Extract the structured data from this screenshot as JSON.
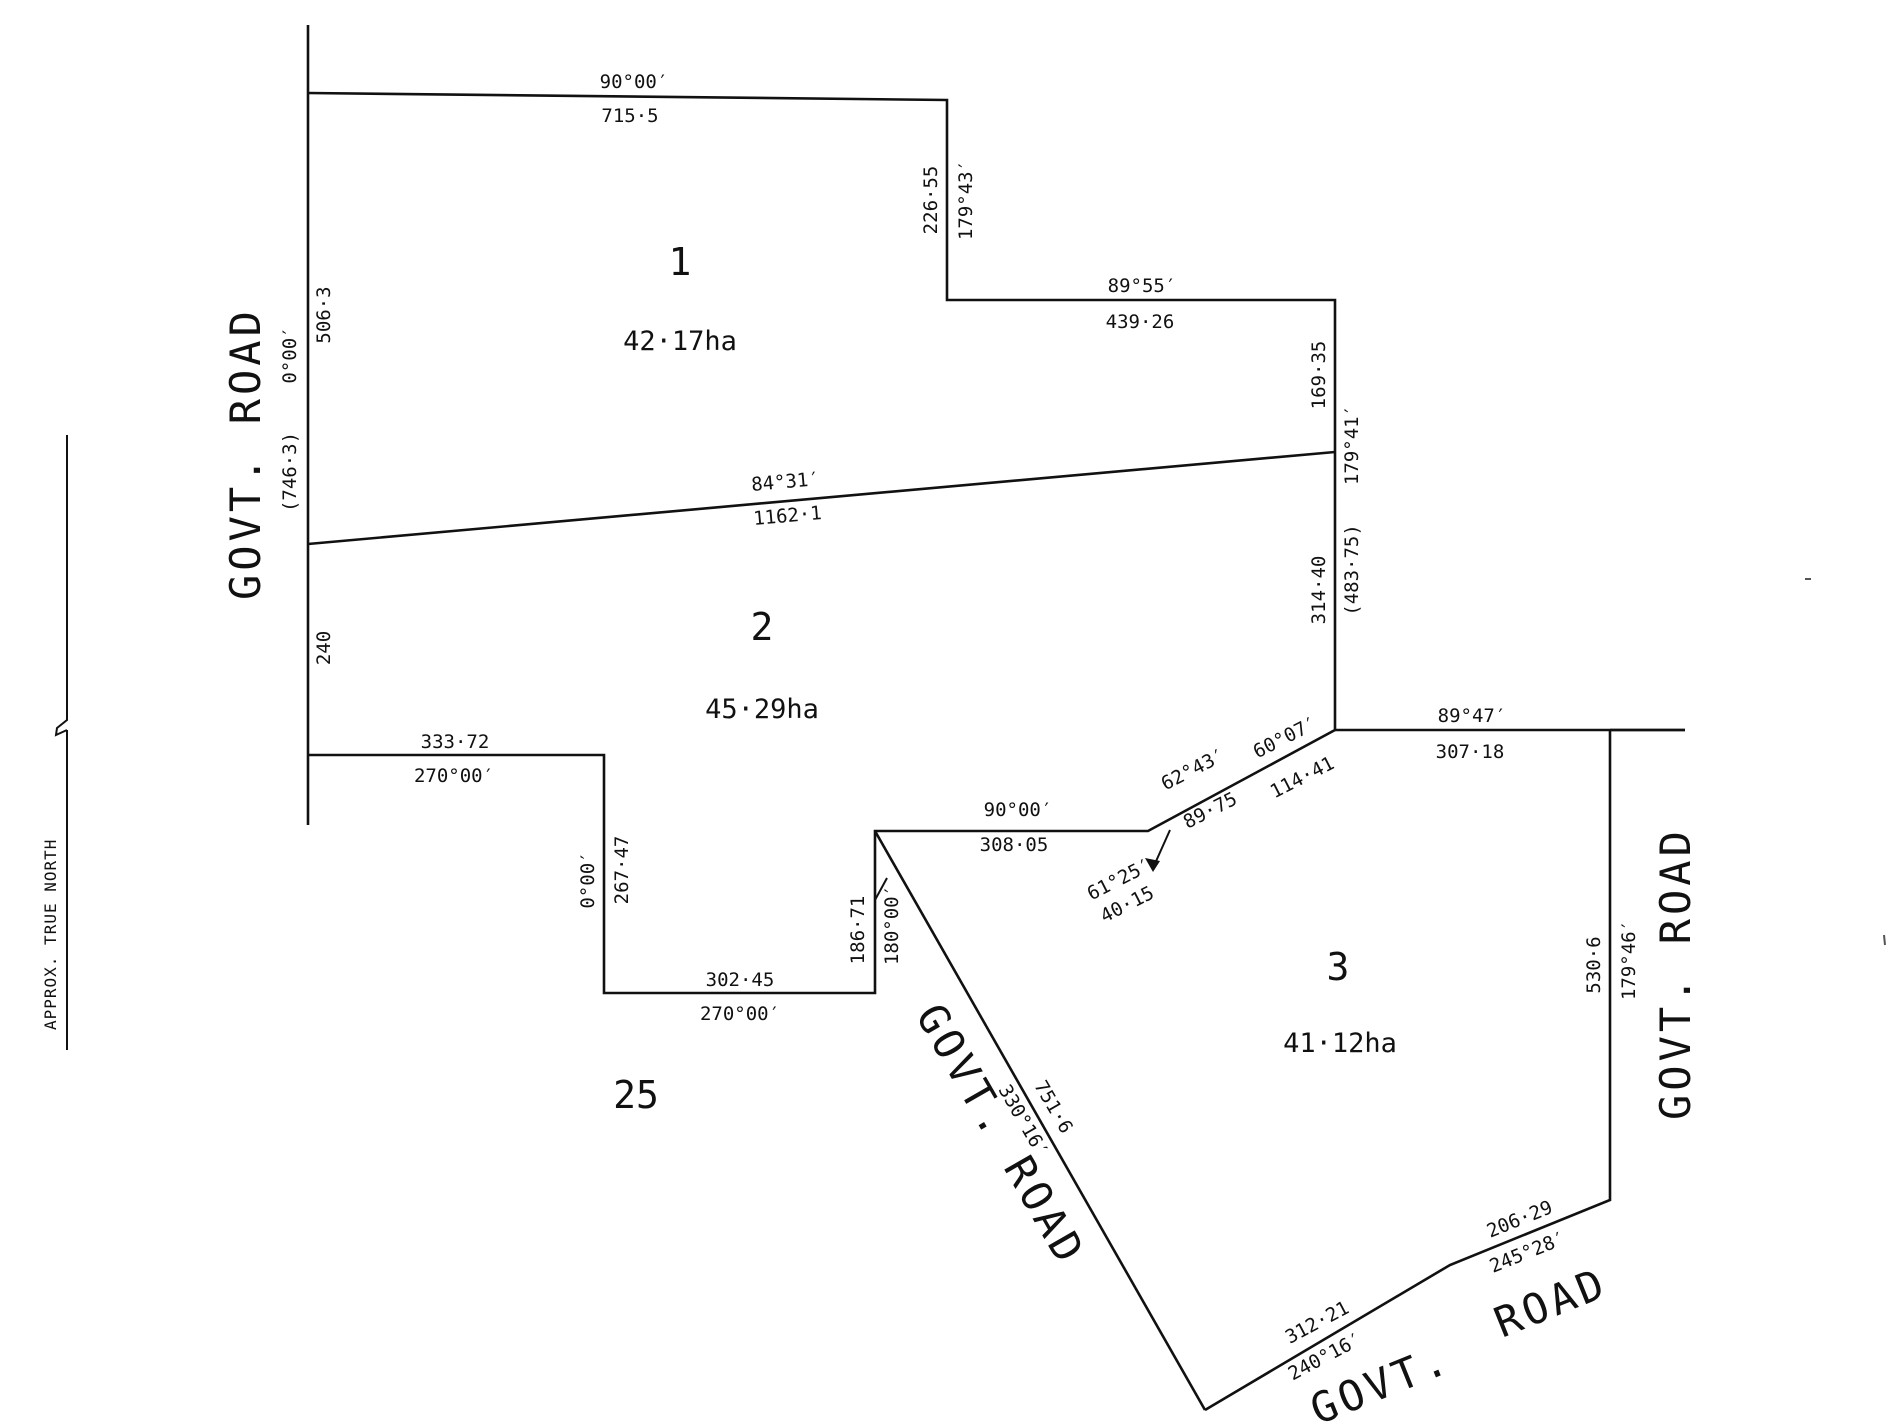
{
  "lots": [
    {
      "number": "1",
      "area": "42·17ha"
    },
    {
      "number": "2",
      "area": "45·29ha"
    },
    {
      "number": "3",
      "area": "41·12ha"
    }
  ],
  "adjoining_parcel": "25",
  "roads": {
    "west": "GOVT.  ROAD",
    "east": "GOVT.  ROAD",
    "diagonal": "GOVT.  ROAD",
    "south_left": "GOVT.",
    "south_right": "ROAD"
  },
  "north_label": "APPROX. TRUE NORTH",
  "labels": {
    "top_bearing": "90°00′",
    "top_length": "715·5",
    "north_step_length": "226·55",
    "north_step_bearing": "179°43′",
    "mid_bearing": "89°55′",
    "mid_length": "439·26",
    "east_upper_length": "169·35",
    "east_bearing": "179°41′",
    "east_lower_length": "314·40",
    "east_total": "(483·75)",
    "west_upper_length": "506·3",
    "west_bearing": "0°00′",
    "west_total": "(746·3)",
    "division_bearing": "84°31′",
    "division_length": "1162·1",
    "west_lower_length": "240",
    "sw_top_length": "333·72",
    "sw_top_bearing": "270°00′",
    "sw_step_bearing": "0°00′",
    "sw_step_length": "267·47",
    "bottom_length": "302·45",
    "bottom_bearing": "270°00′",
    "south_step_length": "186·71",
    "south_step_bearing": "180°00′",
    "lot3_top_bearing": "90°00′",
    "lot3_top_length": "308·05",
    "seg1_bearing": "62°43′",
    "seg1_length": "89·75",
    "seg2_bearing": "60°07′",
    "seg2_length": "114·41",
    "callout_bearing": "61°25′",
    "callout_length": "40·15",
    "east_road_bearing": "89°47′",
    "east_road_length": "307·18",
    "lot3_east_length": "530·6",
    "lot3_east_bearing": "179°46′",
    "diag_length": "751·6",
    "diag_bearing": "330°16′",
    "se_length": "206·29",
    "se_bearing": "245°28′",
    "s_length": "312·21",
    "s_bearing": "240°16′"
  }
}
